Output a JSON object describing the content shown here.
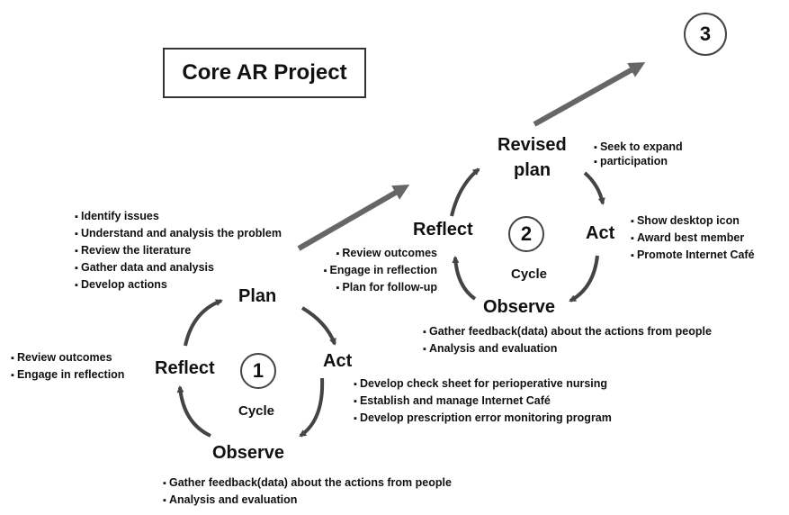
{
  "title": "Core AR Project",
  "cycle_label": "Cycle",
  "cycle1": {
    "number": "1",
    "stages": {
      "plan": "Plan",
      "act": "Act",
      "observe": "Observe",
      "reflect": "Reflect"
    },
    "plan_notes": [
      "Identify issues",
      "Understand and analysis the problem",
      "Review the literature",
      "Gather data and analysis",
      "Develop actions"
    ],
    "act_notes": [
      "Develop check sheet for perioperative nursing",
      "Establish and manage Internet Café",
      "Develop prescription error monitoring program"
    ],
    "observe_notes": [
      "Gather feedback(data) about the actions from people",
      "Analysis and evaluation"
    ],
    "reflect_notes": [
      "Review outcomes",
      "Engage in reflection"
    ]
  },
  "cycle2": {
    "number": "2",
    "stages": {
      "plan_line1": "Revised",
      "plan_line2": "plan",
      "act": "Act",
      "observe": "Observe",
      "reflect": "Reflect"
    },
    "plan_notes": [
      "Seek to expand",
      "participation"
    ],
    "act_notes": [
      "Show desktop icon",
      "Award best member",
      "Promote Internet Café"
    ],
    "observe_notes": [
      "Gather feedback(data) about the actions from people",
      "Analysis and evaluation"
    ],
    "reflect_notes": [
      "Review outcomes",
      "Engage in reflection",
      "Plan for follow-up"
    ]
  },
  "cycle3": {
    "number": "3"
  }
}
